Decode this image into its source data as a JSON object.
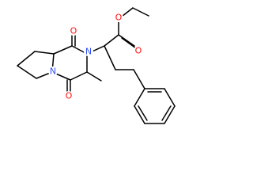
{
  "molecule": {
    "atoms": [
      {
        "symbol": "O",
        "color": "#ff0d0d"
      },
      {
        "symbol": "O",
        "color": "#ff0d0d"
      },
      {
        "symbol": "O",
        "color": "#ff0d0d"
      },
      {
        "symbol": "O",
        "color": "#ff0d0d"
      },
      {
        "symbol": "N",
        "color": "#3050f8"
      },
      {
        "symbol": "N",
        "color": "#3050f8"
      }
    ],
    "bond_color": "#000000"
  }
}
